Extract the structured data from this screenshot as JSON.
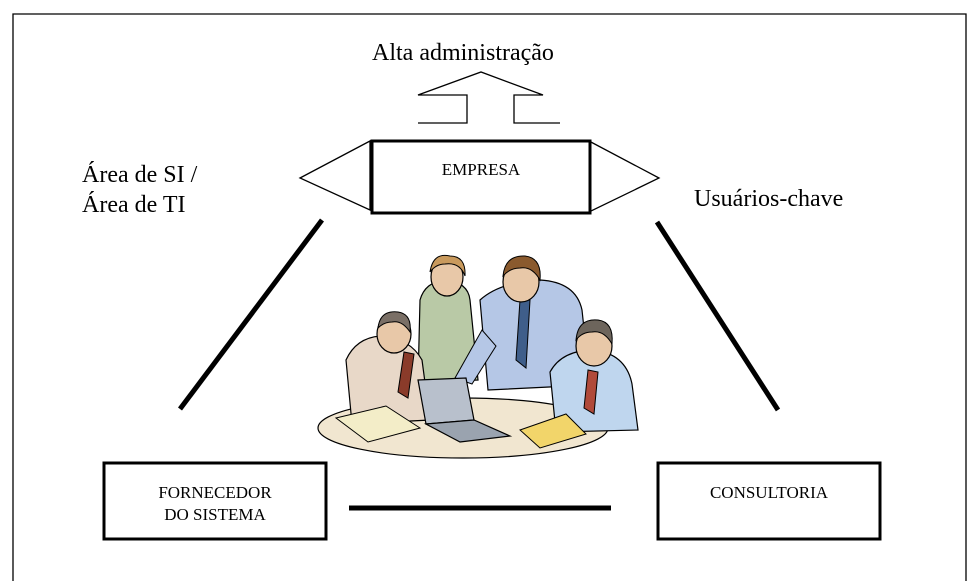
{
  "diagram": {
    "top_label": "Alta administração",
    "left_label": [
      "Área de SI /",
      "Área de TI"
    ],
    "right_label": "Usuários-chave",
    "center_box": "EMPRESA",
    "bottom_left_box": [
      "FORNECEDOR",
      "DO SISTEMA"
    ],
    "bottom_right_box": "CONSULTORIA",
    "illustration": "people-working-at-laptop-clipart"
  }
}
